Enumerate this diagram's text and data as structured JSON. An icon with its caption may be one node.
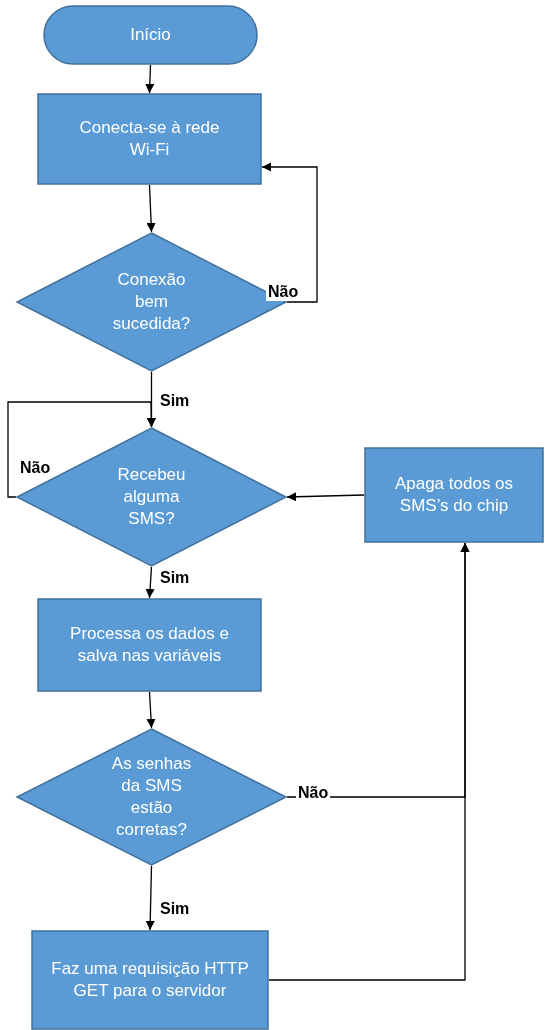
{
  "diagram": {
    "nodes": [
      {
        "text": [
          "Início"
        ]
      },
      {
        "text": [
          "Conecta-se à rede Wi-Fi"
        ]
      },
      {
        "text": [
          "Conexão bem sucedida?"
        ]
      },
      {
        "text": [
          "Recebeu alguma SMS?"
        ]
      },
      {
        "text": [
          "Apaga todos os SMS’s do chip"
        ]
      },
      {
        "text": [
          "Processa os dados e salva nas variáveis"
        ]
      },
      {
        "text": [
          "As senhas da SMS estão corretas?"
        ]
      },
      {
        "text": [
          "Faz uma requisição HTTP GET para o servidor"
        ]
      }
    ],
    "edges": [
      {
        "from": 0,
        "to": 1,
        "arrow": "to"
      },
      {
        "from": 1,
        "to": 2,
        "arrow": "to"
      },
      {
        "from": 2,
        "to": 1,
        "arrow": "to",
        "label": "Não"
      },
      {
        "from": 2,
        "to": 3,
        "arrow": "to",
        "label": "Sim"
      },
      {
        "from": 3,
        "to": 3,
        "arrow": "to",
        "label": "Não"
      },
      {
        "from": 3,
        "to": 5,
        "arrow": "to",
        "label": "Sim"
      },
      {
        "from": 4,
        "to": 3,
        "arrow": "to"
      },
      {
        "from": 5,
        "to": 6,
        "arrow": "to"
      },
      {
        "from": 6,
        "to": 4,
        "arrow": "to",
        "label": "Não"
      },
      {
        "from": 7,
        "to": 4,
        "arrow": "to"
      },
      {
        "from": 6,
        "to": 7,
        "arrow": "to",
        "label": "Sim"
      }
    ]
  }
}
